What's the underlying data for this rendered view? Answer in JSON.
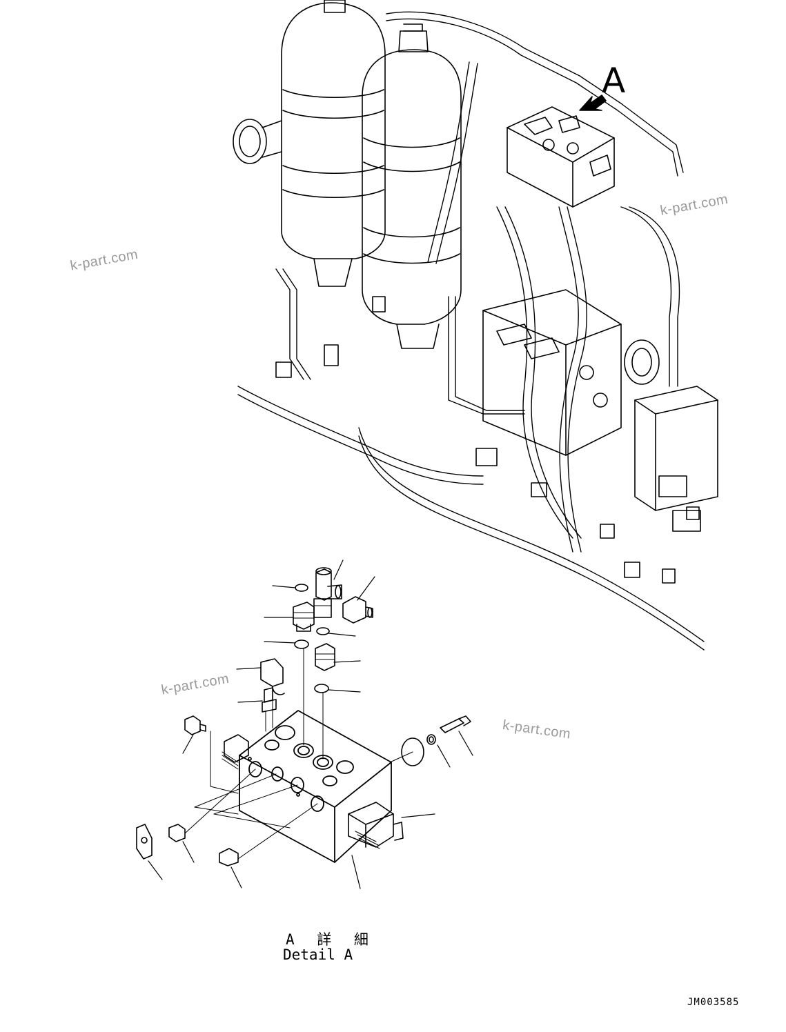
{
  "diagram": {
    "view_callout": "A",
    "detail_label_jp": "A 詳 細",
    "detail_label_en": "Detail A",
    "drawing_number": "JM003585",
    "watermark_text": "k-part.com",
    "line_color": "#000000",
    "watermark_color": "#9a9a9a"
  }
}
